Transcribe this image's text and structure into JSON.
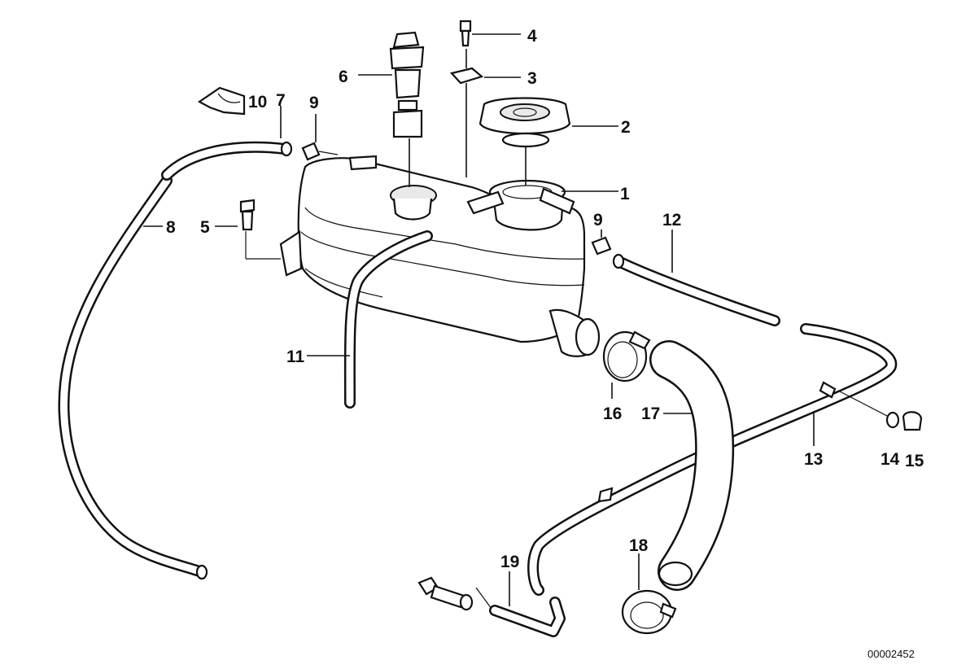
{
  "diagram": {
    "reference_number": "00002452",
    "callouts": [
      {
        "id": "1",
        "text": "1"
      },
      {
        "id": "2",
        "text": "2"
      },
      {
        "id": "3",
        "text": "3"
      },
      {
        "id": "4",
        "text": "4"
      },
      {
        "id": "5",
        "text": "5"
      },
      {
        "id": "6",
        "text": "6"
      },
      {
        "id": "7",
        "text": "7"
      },
      {
        "id": "8",
        "text": "8"
      },
      {
        "id": "9a",
        "text": "9"
      },
      {
        "id": "9b",
        "text": "9"
      },
      {
        "id": "10",
        "text": "10"
      },
      {
        "id": "11",
        "text": "11"
      },
      {
        "id": "12",
        "text": "12"
      },
      {
        "id": "13",
        "text": "13"
      },
      {
        "id": "14",
        "text": "14"
      },
      {
        "id": "15",
        "text": "15"
      },
      {
        "id": "16",
        "text": "16"
      },
      {
        "id": "17",
        "text": "17"
      },
      {
        "id": "18",
        "text": "18"
      },
      {
        "id": "19",
        "text": "19"
      }
    ]
  }
}
